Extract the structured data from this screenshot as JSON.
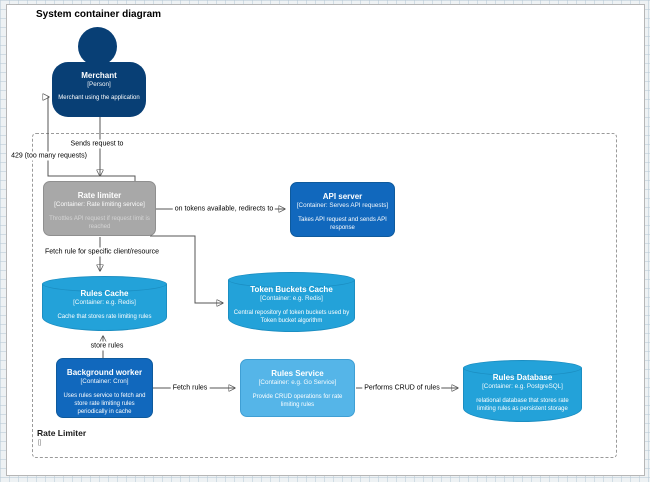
{
  "page": {
    "title": "System container diagram"
  },
  "boundary": {
    "label": "Rate Limiter",
    "sublabel": "[]"
  },
  "nodes": {
    "merchant": {
      "title": "Merchant",
      "type": "[Person]",
      "description": "Merchant using the application"
    },
    "rate_limiter": {
      "title": "Rate limiter",
      "type": "[Container: Rate limiting service]",
      "description": "Throttles API request if request limit is reached"
    },
    "api_server": {
      "title": "API server",
      "type": "[Container: Serves API requests]",
      "description": "Takes API request and sends API response"
    },
    "rules_cache": {
      "title": "Rules Cache",
      "type": "[Container: e.g. Redis]",
      "description": "Cache that stores rate limiting rules"
    },
    "token_buckets_cache": {
      "title": "Token Buckets Cache",
      "type": "[Container: e.g. Redis]",
      "description": "Central repository of token buckets used by Token bucket algorithm"
    },
    "background_worker": {
      "title": "Background worker",
      "type": "[Container: Cron]",
      "description": "Uses rules service to fetch and store rate limiting rules periodically in cache"
    },
    "rules_service": {
      "title": "Rules Service",
      "type": "[Container: e.g. Go Service]",
      "description": "Provide CRUD operations for rate limiting rules"
    },
    "rules_database": {
      "title": "Rules Database",
      "type": "[Container: e.g. PostgreSQL]",
      "description": "relational database that stores rate limiting rules as persistent storage"
    }
  },
  "edges": {
    "sends_request": "Sends request to",
    "too_many_requests": "429 (too many requests)",
    "redirects": "on tokens available, redirects to",
    "fetch_rule": "Fetch rule for specific client/resource",
    "store_rules": "store rules",
    "fetch_rules": "Fetch rules",
    "performs_crud": "Performs CRUD of rules"
  },
  "colors": {
    "person": "#083f75",
    "container": "#1168bd",
    "container_border": "#0e5a9d",
    "database": "#23a2d9",
    "database_border": "#1b8ec2",
    "service": "#55b5e8",
    "service_border": "#3f9fd4",
    "neutral": "#a8a8a8",
    "neutral_border": "#8f8f8f"
  }
}
